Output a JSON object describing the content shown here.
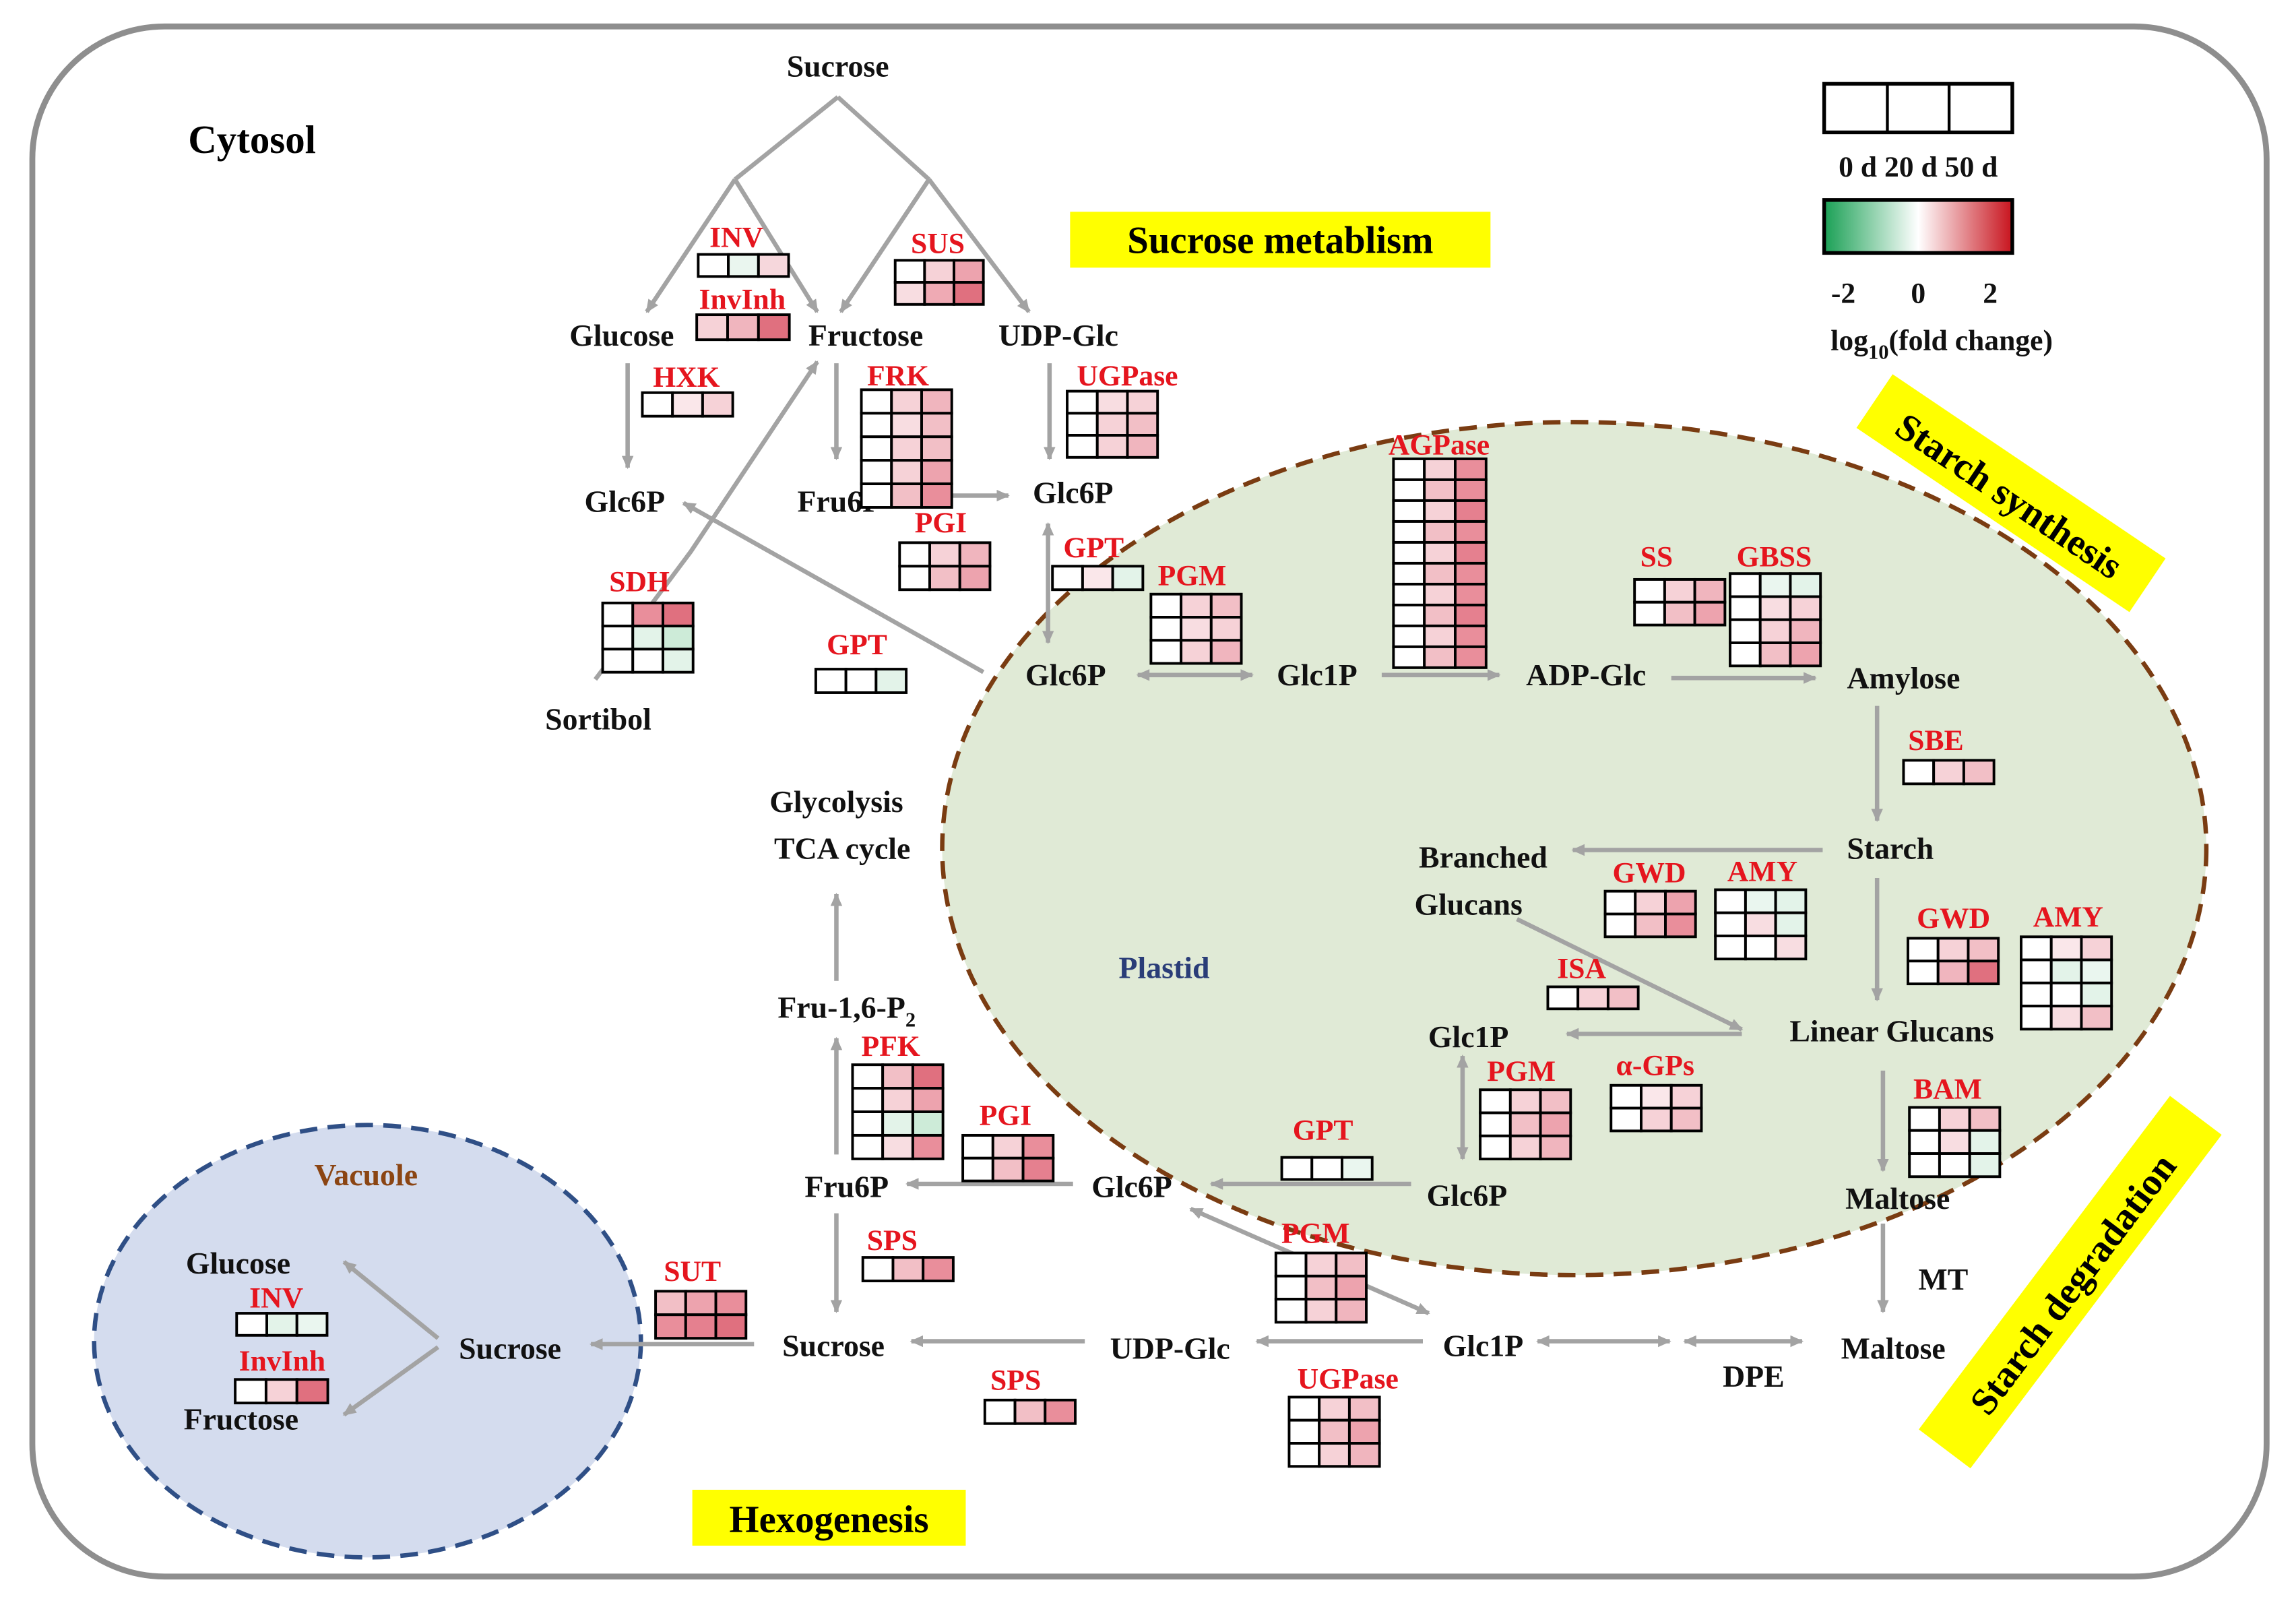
{
  "regions": {
    "cytosol": "Cytosol",
    "plastid": "Plastid",
    "vacuole": "Vacuole"
  },
  "highlights": {
    "sucrose_metabolism": "Sucrose metablism",
    "starch_synthesis": "Starch synthesis",
    "starch_degradation": "Starch degradation",
    "hexogenesis": "Hexogenesis"
  },
  "legend": {
    "timepoints": "0 d 20 d 50 d",
    "scale_min": "-2",
    "scale_mid": "0",
    "scale_max": "2",
    "scale_label_main": "log",
    "scale_label_sub": "10",
    "scale_label_rest": "(fold change)",
    "color_low": "#1aa055",
    "color_mid": "#ffffff",
    "color_high": "#c8141e"
  },
  "metabolites": {
    "sucrose_top": "Sucrose",
    "glucose": "Glucose",
    "fructose": "Fructose",
    "udp_glc_top": "UDP-Glc",
    "glc6p_left": "Glc6P",
    "fru6p_top": "Fru6P",
    "glc6p_top": "Glc6P",
    "sortibol": "Sortibol",
    "glycolysis": "Glycolysis",
    "tca": "TCA cycle",
    "fru16p2_main": "Fru-1,6-P",
    "fru16p2_sub": "2",
    "glc6p_plastid": "Glc6P",
    "glc1p_plastid": "Glc1P",
    "adp_glc": "ADP-Glc",
    "amylose": "Amylose",
    "starch": "Starch",
    "branched": "Branched",
    "glucans": "Glucans",
    "glc1p_mid": "Glc1P",
    "linear_glucans": "Linear Glucans",
    "glc6p_mid": "Glc6P",
    "maltose_plastid": "Maltose",
    "mt": "MT",
    "fru6p_bottom": "Fru6P",
    "glc6p_bottom": "Glc6P",
    "sucrose_bottom": "Sucrose",
    "udp_glc_bottom": "UDP-Glc",
    "glc1p_bottom": "Glc1P",
    "dpe": "DPE",
    "maltose_bottom": "Maltose",
    "vac_glucose": "Glucose",
    "vac_sucrose": "Sucrose",
    "vac_fructose": "Fructose"
  },
  "enzymes": [
    {
      "label": "INV",
      "rows": [
        [
          "#ffffff",
          "#eaf6ef",
          "#f6d7dc"
        ]
      ]
    },
    {
      "label": "InvInh",
      "rows": [
        [
          "#f6d2d7",
          "#f0b5be",
          "#e0707f"
        ]
      ]
    },
    {
      "label": "SUS",
      "rows": [
        [
          "#ffffff",
          "#f6d2d7",
          "#eda3ae"
        ],
        [
          "#f8dde1",
          "#efaab4",
          "#e0707f"
        ]
      ]
    },
    {
      "label": "HXK",
      "rows": [
        [
          "#ffffff",
          "#fae7ea",
          "#f6d2d7"
        ]
      ]
    },
    {
      "label": "FRK",
      "rows": [
        [
          "#ffffff",
          "#f6d2d7",
          "#f0b5be"
        ],
        [
          "#ffffff",
          "#f8dde1",
          "#f2bfc6"
        ],
        [
          "#ffffff",
          "#f6d2d7",
          "#f2bfc6"
        ],
        [
          "#ffffff",
          "#f6d2d7",
          "#eda3ae"
        ],
        [
          "#ffffff",
          "#f2bfc6",
          "#e98e9b"
        ]
      ]
    },
    {
      "label": "UGPase",
      "rows": [
        [
          "#ffffff",
          "#f8dde1",
          "#f6d2d7"
        ],
        [
          "#ffffff",
          "#f6d2d7",
          "#f2bfc6"
        ],
        [
          "#ffffff",
          "#f6d2d7",
          "#f0b5be"
        ]
      ]
    },
    {
      "label": "PGI",
      "rows": [
        [
          "#ffffff",
          "#f6d2d7",
          "#f0b5be"
        ],
        [
          "#ffffff",
          "#f2bfc6",
          "#eda3ae"
        ]
      ]
    },
    {
      "label": "AGPase",
      "rows": [
        [
          "#ffffff",
          "#f6d2d7",
          "#e98e9b"
        ],
        [
          "#ffffff",
          "#f2bfc6",
          "#e98e9b"
        ],
        [
          "#ffffff",
          "#f6d2d7",
          "#e5808f"
        ],
        [
          "#ffffff",
          "#f2bfc6",
          "#e98e9b"
        ],
        [
          "#ffffff",
          "#f6d2d7",
          "#e5808f"
        ],
        [
          "#ffffff",
          "#f2bfc6",
          "#e98e9b"
        ],
        [
          "#ffffff",
          "#f6d2d7",
          "#e98e9b"
        ],
        [
          "#ffffff",
          "#f2bfc6",
          "#e5808f"
        ],
        [
          "#ffffff",
          "#f6d2d7",
          "#e98e9b"
        ],
        [
          "#ffffff",
          "#f2bfc6",
          "#e98e9b"
        ]
      ]
    },
    {
      "label": "GPT",
      "rows": [
        [
          "#ffffff",
          "#fae7ea",
          "#e3f3e9"
        ]
      ]
    },
    {
      "label": "PGM",
      "rows": [
        [
          "#ffffff",
          "#f6d2d7",
          "#f2bfc6"
        ],
        [
          "#ffffff",
          "#f8dde1",
          "#f6d2d7"
        ],
        [
          "#ffffff",
          "#f6d2d7",
          "#f0b5be"
        ]
      ]
    },
    {
      "label": "SDH",
      "rows": [
        [
          "#ffffff",
          "#e98e9b",
          "#e0707f"
        ],
        [
          "#ffffff",
          "#e3f3e9",
          "#cdebd8"
        ],
        [
          "#ffffff",
          "#ffffff",
          "#e3f3e9"
        ]
      ]
    },
    {
      "label": "GPT",
      "rows": [
        [
          "#ffffff",
          "#ffffff",
          "#e3f3e9"
        ]
      ]
    },
    {
      "label": "SS",
      "rows": [
        [
          "#ffffff",
          "#f6d2d7",
          "#f0b5be"
        ],
        [
          "#ffffff",
          "#f2bfc6",
          "#eda3ae"
        ]
      ]
    },
    {
      "label": "GBSS",
      "rows": [
        [
          "#ffffff",
          "#eaf6ef",
          "#e3f3e9"
        ],
        [
          "#ffffff",
          "#f8dde1",
          "#f6d2d7"
        ],
        [
          "#ffffff",
          "#f6d2d7",
          "#f0b5be"
        ],
        [
          "#ffffff",
          "#f2bfc6",
          "#eda3ae"
        ]
      ]
    },
    {
      "label": "SBE",
      "rows": [
        [
          "#ffffff",
          "#f6d2d7",
          "#f2bfc6"
        ]
      ]
    },
    {
      "label": "GWD",
      "rows": [
        [
          "#ffffff",
          "#f6d2d7",
          "#eda3ae"
        ],
        [
          "#ffffff",
          "#f2bfc6",
          "#e98e9b"
        ]
      ]
    },
    {
      "label": "AMY",
      "rows": [
        [
          "#ffffff",
          "#eaf6ef",
          "#e3f3e9"
        ],
        [
          "#ffffff",
          "#f8dde1",
          "#e3f3e9"
        ],
        [
          "#ffffff",
          "#ffffff",
          "#f8dde1"
        ]
      ]
    },
    {
      "label": "GWD",
      "rows": [
        [
          "#ffffff",
          "#f6d2d7",
          "#f2bfc6"
        ],
        [
          "#ffffff",
          "#f0b5be",
          "#e0707f"
        ]
      ]
    },
    {
      "label": "AMY",
      "rows": [
        [
          "#ffffff",
          "#fae7ea",
          "#f6d2d7"
        ],
        [
          "#ffffff",
          "#e3f3e9",
          "#eaf6ef"
        ],
        [
          "#ffffff",
          "#ffffff",
          "#e3f3e9"
        ],
        [
          "#ffffff",
          "#f8dde1",
          "#f2bfc6"
        ]
      ]
    },
    {
      "label": "ISA",
      "rows": [
        [
          "#ffffff",
          "#f6d2d7",
          "#f2bfc6"
        ]
      ]
    },
    {
      "label": "PGM",
      "rows": [
        [
          "#ffffff",
          "#f6d2d7",
          "#f2bfc6"
        ],
        [
          "#ffffff",
          "#f2bfc6",
          "#eda3ae"
        ],
        [
          "#ffffff",
          "#f6d2d7",
          "#f0b5be"
        ]
      ]
    },
    {
      "label": "α-GPs",
      "rows": [
        [
          "#ffffff",
          "#fae7ea",
          "#f6d2d7"
        ],
        [
          "#ffffff",
          "#f6d2d7",
          "#f2bfc6"
        ]
      ]
    },
    {
      "label": "BAM",
      "rows": [
        [
          "#ffffff",
          "#f6d2d7",
          "#f2bfc6"
        ],
        [
          "#ffffff",
          "#f8dde1",
          "#e3f3e9"
        ],
        [
          "#ffffff",
          "#ffffff",
          "#e3f3e9"
        ]
      ]
    },
    {
      "label": "PFK",
      "rows": [
        [
          "#ffffff",
          "#f2bfc6",
          "#e0707f"
        ],
        [
          "#ffffff",
          "#f6d2d7",
          "#eda3ae"
        ],
        [
          "#ffffff",
          "#e3f3e9",
          "#cdebd8"
        ],
        [
          "#ffffff",
          "#f8dde1",
          "#e98e9b"
        ]
      ]
    },
    {
      "label": "PGI",
      "rows": [
        [
          "#ffffff",
          "#f6d2d7",
          "#e98e9b"
        ],
        [
          "#ffffff",
          "#f2bfc6",
          "#e5808f"
        ]
      ]
    },
    {
      "label": "GPT",
      "rows": [
        [
          "#ffffff",
          "#ffffff",
          "#eaf6ef"
        ]
      ]
    },
    {
      "label": "SPS",
      "rows": [
        [
          "#ffffff",
          "#f2bfc6",
          "#e98e9b"
        ]
      ]
    },
    {
      "label": "SUT",
      "rows": [
        [
          "#f2bfc6",
          "#eda3ae",
          "#e98e9b"
        ],
        [
          "#e98e9b",
          "#e5808f",
          "#e0707f"
        ]
      ]
    },
    {
      "label": "PGM",
      "rows": [
        [
          "#ffffff",
          "#f6d2d7",
          "#f2bfc6"
        ],
        [
          "#ffffff",
          "#f2bfc6",
          "#eda3ae"
        ],
        [
          "#ffffff",
          "#f6d2d7",
          "#f0b5be"
        ]
      ]
    },
    {
      "label": "SPS",
      "rows": [
        [
          "#ffffff",
          "#f2bfc6",
          "#e98e9b"
        ]
      ]
    },
    {
      "label": "UGPase",
      "rows": [
        [
          "#ffffff",
          "#f6d2d7",
          "#f2bfc6"
        ],
        [
          "#ffffff",
          "#f2bfc6",
          "#eda3ae"
        ],
        [
          "#ffffff",
          "#f6d2d7",
          "#f0b5be"
        ]
      ]
    },
    {
      "label": "INV",
      "rows": [
        [
          "#ffffff",
          "#e3f3e9",
          "#eaf6ef"
        ]
      ]
    },
    {
      "label": "InvInh",
      "rows": [
        [
          "#ffffff",
          "#f6d2d7",
          "#e0707f"
        ]
      ]
    }
  ]
}
